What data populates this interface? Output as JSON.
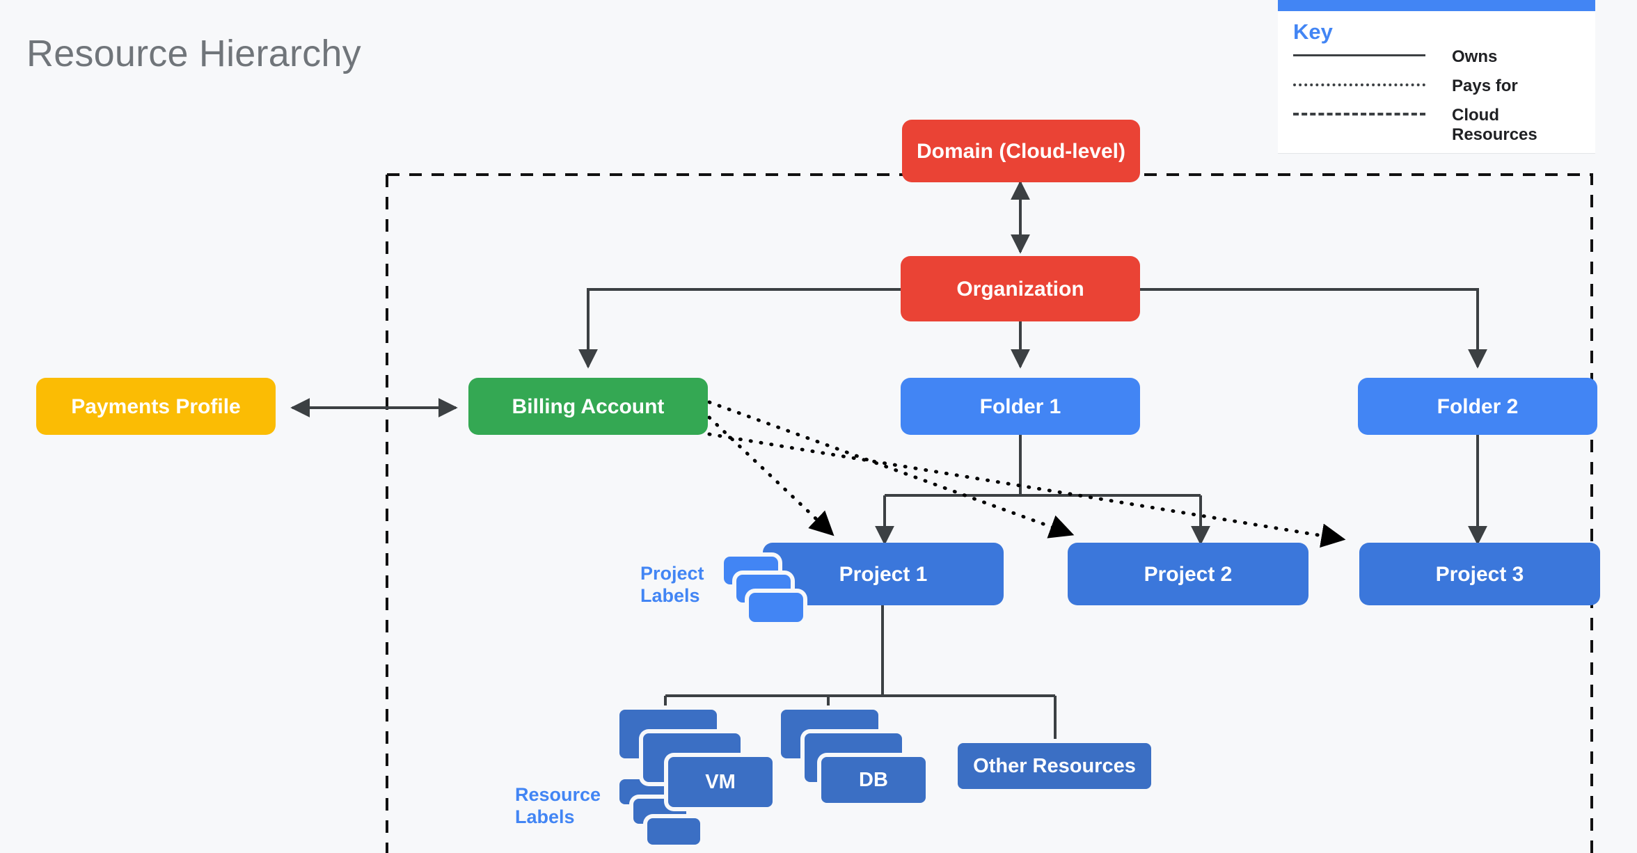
{
  "page": {
    "title": "Resource Hierarchy",
    "background": "#f7f8fa"
  },
  "legend": {
    "title": "Key",
    "accent_color": "#4285f4",
    "items": [
      {
        "style": "solid",
        "label": "Owns"
      },
      {
        "style": "dotted",
        "label": "Pays for"
      },
      {
        "style": "dashed",
        "label": "Cloud Resources"
      }
    ]
  },
  "nodes": {
    "domain": {
      "label": "Domain (Cloud-level)",
      "color": "#ea4335"
    },
    "organization": {
      "label": "Organization",
      "color": "#ea4335"
    },
    "payments_profile": {
      "label": "Payments Profile",
      "color": "#fbbc04"
    },
    "billing_account": {
      "label": "Billing Account",
      "color": "#34a853"
    },
    "folder_1": {
      "label": "Folder 1",
      "color": "#4285f4"
    },
    "folder_2": {
      "label": "Folder 2",
      "color": "#4285f4"
    },
    "project_1": {
      "label": "Project 1",
      "color": "#3b77db"
    },
    "project_2": {
      "label": "Project 2",
      "color": "#3b77db"
    },
    "project_3": {
      "label": "Project 3",
      "color": "#3b77db"
    },
    "vm": {
      "label": "VM",
      "color": "#3b6fc4"
    },
    "db": {
      "label": "DB",
      "color": "#3b6fc4"
    },
    "other_resources": {
      "label": "Other Resources",
      "color": "#3b6fc4"
    }
  },
  "captions": {
    "project_labels": "Project Labels",
    "resource_labels": "Resource Labels"
  },
  "colors": {
    "red": "#ea4335",
    "green": "#34a853",
    "yellow": "#fbbc04",
    "blue_light": "#4285f4",
    "blue_dark": "#3b77db",
    "resource_blue": "#3b6fc4",
    "edge": "#3c4043",
    "title_gray": "#70757a"
  }
}
